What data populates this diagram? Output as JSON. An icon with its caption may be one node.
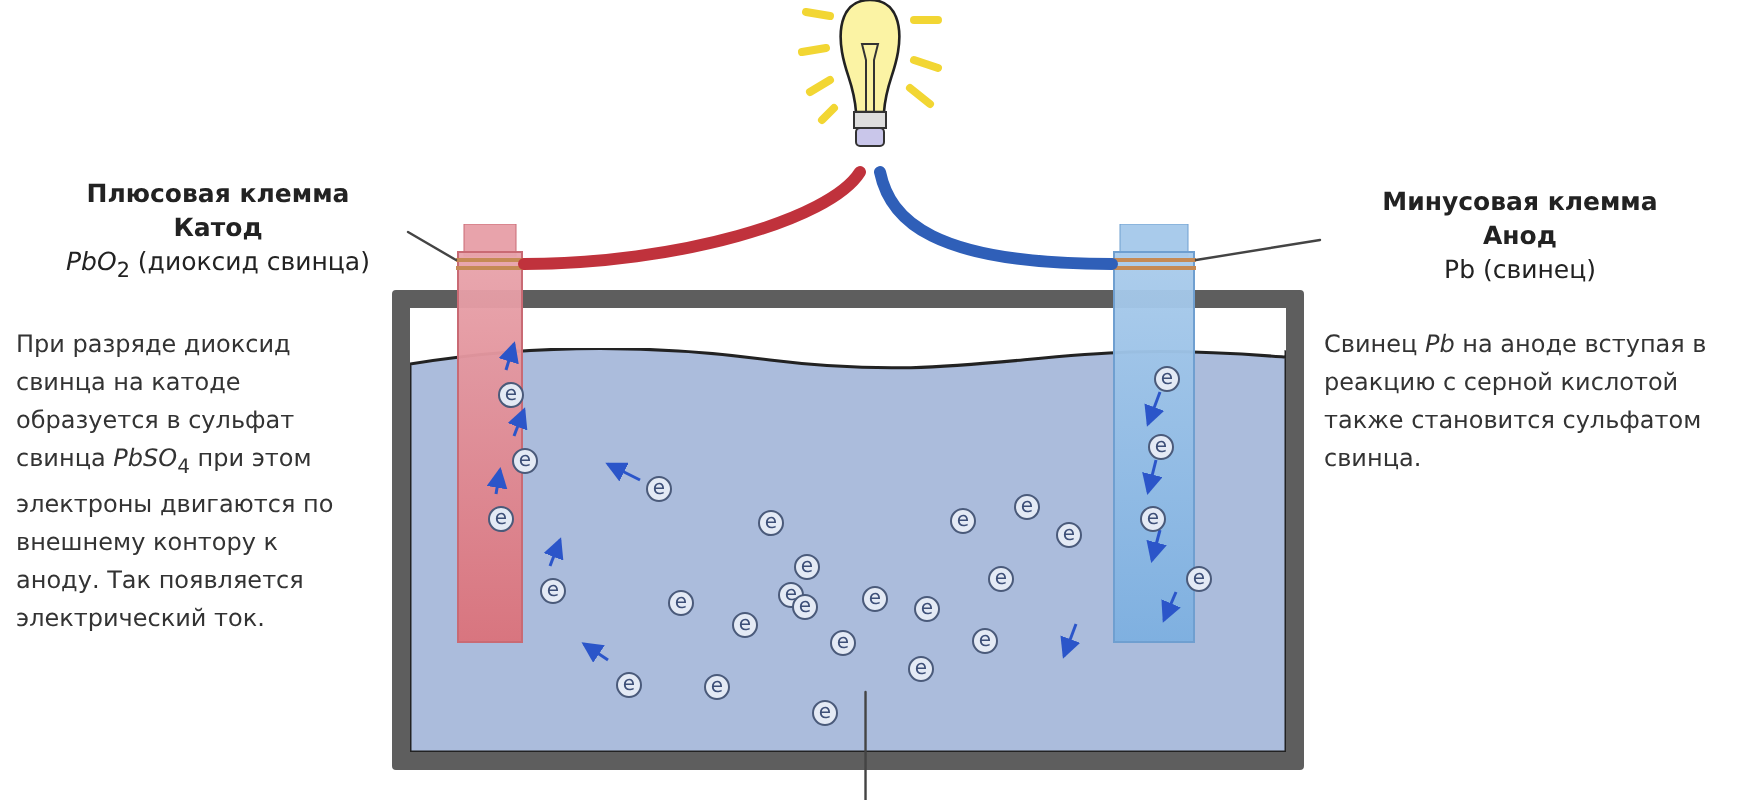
{
  "diagram": {
    "nodes": [
      {
        "text": [
          "Плюсовая клемма",
          "Катод",
          "*PbO*$_{2}$ (диоксид свинца)"
        ]
      },
      {
        "text": [
          "Минусовая клемма",
          "Анод",
          "Pb (свинец)"
        ]
      },
      {
        "text": [],
        "shape": "box"
      },
      {
        "text": [],
        "shape": "box",
        "in": 2
      },
      {
        "text": [],
        "shape": "bar"
      },
      {
        "text": [],
        "shape": "bar"
      },
      {
        "text": [],
        "shape": "picture"
      }
    ],
    "edges": [
      {
        "from": 0,
        "to": 4,
        "arrow": "none"
      },
      {
        "from": 1,
        "to": 5,
        "arrow": "none"
      },
      {
        "from": 4,
        "to": 6,
        "arrow": "none",
        "style": "thick",
        "color": "#c0323c"
      },
      {
        "from": 5,
        "to": 6,
        "arrow": "none",
        "style": "thick",
        "color": "#2f5fb8"
      },
      {
        "from": 3,
        "to": null,
        "arrow": "none"
      }
    ],
    "labels": [
      "При разряде диоксид свинца на катоде образуется в сульфат свинца *PbSO*$_{4}$ при этом электроны двигаются по внешнему контору к аноду. Так появляется электрический ток.",
      "Свинец *Pb* на аноде вступая в реакцию с серной кислотой также становится сульфатом свинца.",
      "e",
      "e",
      "e",
      "e",
      "e",
      "e",
      "e",
      "e",
      "e",
      "e",
      "e",
      "e",
      "e",
      "e",
      "e",
      "e",
      "e",
      "e",
      "e",
      "e",
      "e",
      "e",
      "e",
      "e",
      "e",
      "e",
      "e"
    ]
  }
}
